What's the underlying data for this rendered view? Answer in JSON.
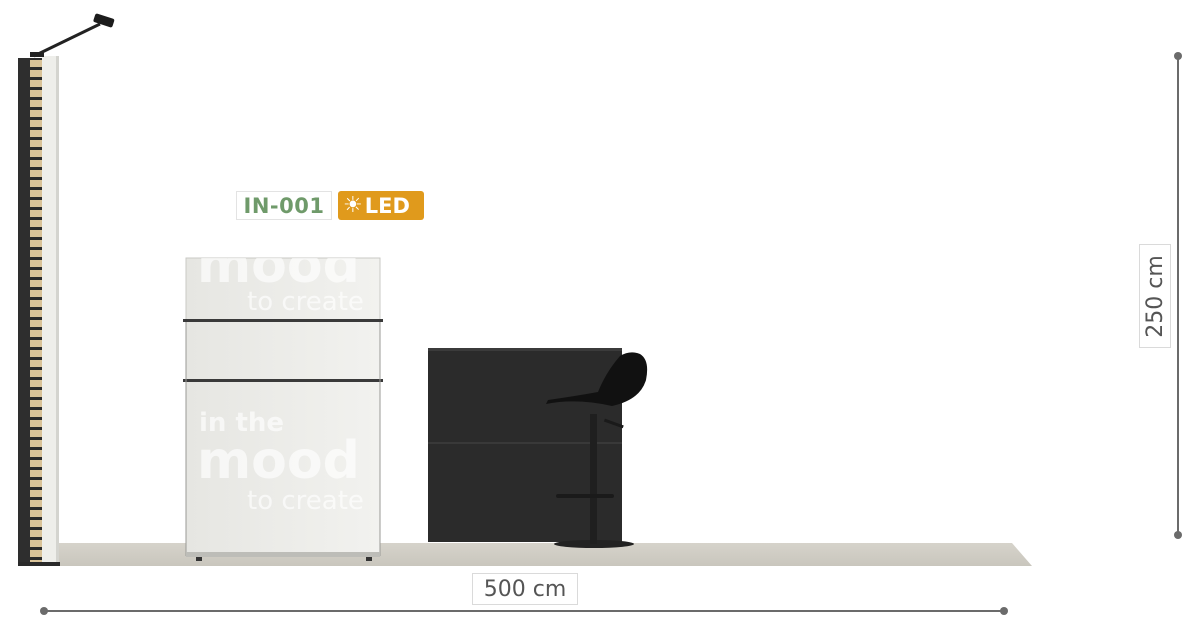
{
  "product_badge": {
    "code": "IN-001",
    "feature": "LED",
    "code_color": "#6f9a6a",
    "feature_bg": "#e09a1c"
  },
  "dimensions": {
    "width_label": "500 cm",
    "height_label": "250 cm",
    "line_color": "#6b6b6b"
  },
  "counter_graphic": {
    "line1": "in the",
    "line2": "mood",
    "line3": "to create"
  },
  "icons": [
    "sun-icon",
    "spotlight-icon",
    "bar-stool-icon"
  ]
}
